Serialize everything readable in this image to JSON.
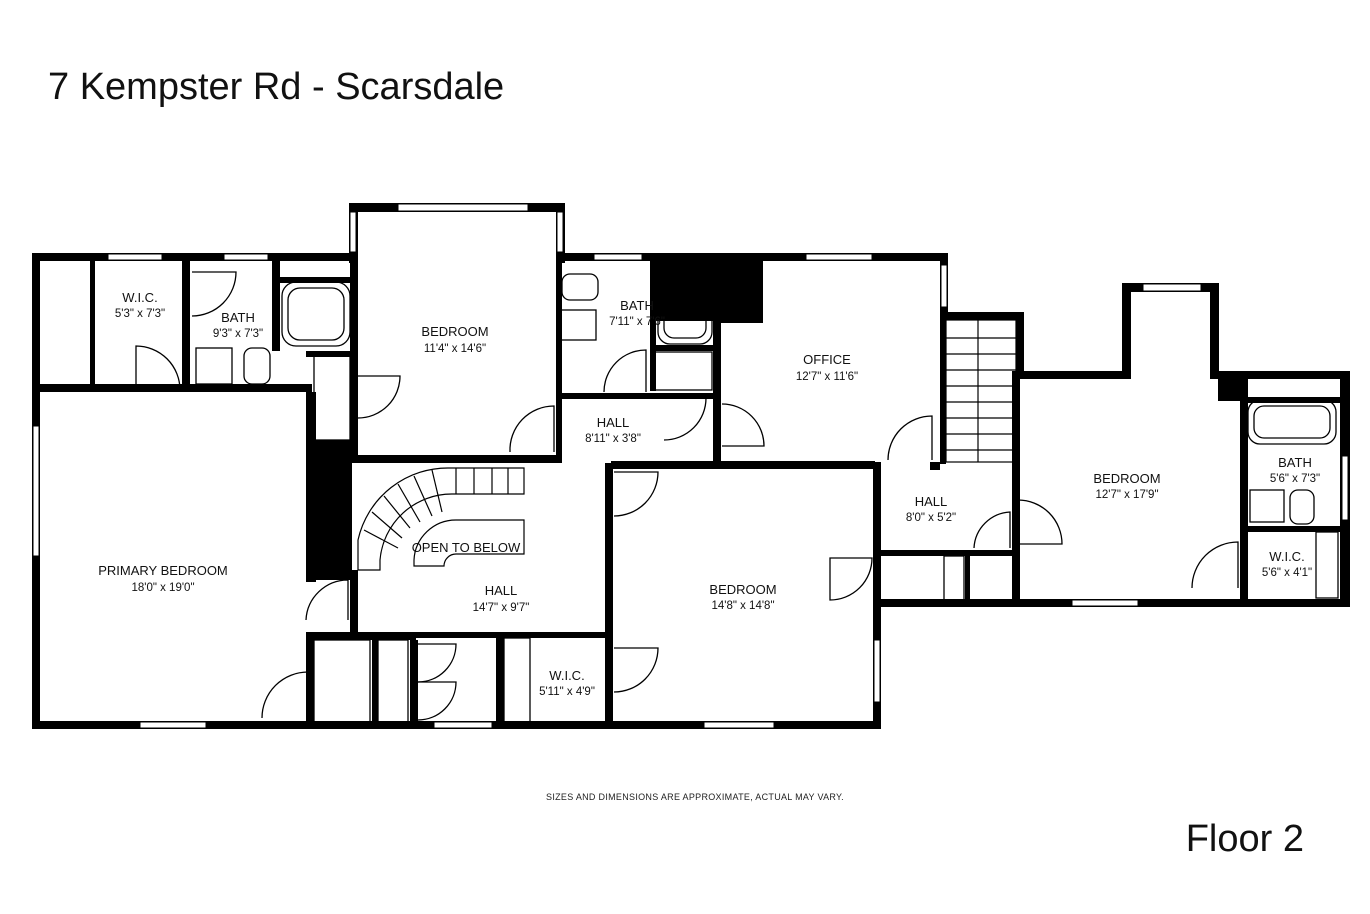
{
  "title": "7 Kempster Rd - Scarsdale",
  "floor_label": "Floor 2",
  "disclaimer": "SIZES AND DIMENSIONS ARE APPROXIMATE, ACTUAL MAY VARY.",
  "rooms": [
    {
      "id": "wic1",
      "name": "W.I.C.",
      "dims": "5'3\" x 7'3\""
    },
    {
      "id": "bath1",
      "name": "BATH",
      "dims": "9'3\" x 7'3\""
    },
    {
      "id": "bedroom1",
      "name": "BEDROOM",
      "dims": "11'4\" x 14'6\""
    },
    {
      "id": "bath2",
      "name": "BATH",
      "dims": "7'11\" x 7'6\""
    },
    {
      "id": "office",
      "name": "OFFICE",
      "dims": "12'7\" x 11'6\""
    },
    {
      "id": "hall1",
      "name": "HALL",
      "dims": "8'11\" x 3'8\""
    },
    {
      "id": "primary",
      "name": "PRIMARY BEDROOM",
      "dims": "18'0\" x 19'0\""
    },
    {
      "id": "open",
      "name": "OPEN TO BELOW",
      "dims": ""
    },
    {
      "id": "hall2",
      "name": "HALL",
      "dims": "14'7\" x 9'7\""
    },
    {
      "id": "bedroom2",
      "name": "BEDROOM",
      "dims": "14'8\" x 14'8\""
    },
    {
      "id": "wic2",
      "name": "W.I.C.",
      "dims": "5'11\" x 4'9\""
    },
    {
      "id": "hall3",
      "name": "HALL",
      "dims": "8'0\" x 5'2\""
    },
    {
      "id": "bedroom3",
      "name": "BEDROOM",
      "dims": "12'7\" x 17'9\""
    },
    {
      "id": "bath3",
      "name": "BATH",
      "dims": "5'6\" x 7'3\""
    },
    {
      "id": "wic3",
      "name": "W.I.C.",
      "dims": "5'6\" x 4'1\""
    }
  ]
}
